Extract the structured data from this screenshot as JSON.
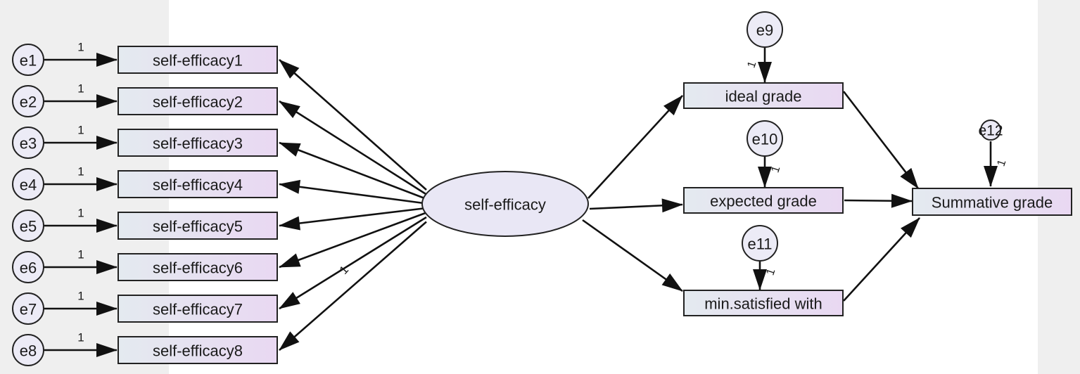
{
  "diagram": {
    "latent": {
      "label": "self-efficacy"
    },
    "indicators": [
      {
        "label": "self-efficacy1",
        "error": "e1",
        "weight": "1"
      },
      {
        "label": "self-efficacy2",
        "error": "e2",
        "weight": "1"
      },
      {
        "label": "self-efficacy3",
        "error": "e3",
        "weight": "1"
      },
      {
        "label": "self-efficacy4",
        "error": "e4",
        "weight": "1"
      },
      {
        "label": "self-efficacy5",
        "error": "e5",
        "weight": "1"
      },
      {
        "label": "self-efficacy6",
        "error": "e6",
        "weight": "1"
      },
      {
        "label": "self-efficacy7",
        "error": "e7",
        "weight": "1"
      },
      {
        "label": "self-efficacy8",
        "error": "e8",
        "weight": "1"
      }
    ],
    "loading_weight": "1",
    "mediators": [
      {
        "label": "ideal grade",
        "error": "e9",
        "weight": "1"
      },
      {
        "label": "expected grade",
        "error": "e10",
        "weight": "1"
      },
      {
        "label": "min.satisfied with",
        "error": "e11",
        "weight": "1"
      }
    ],
    "outcome": {
      "label": "Summative grade",
      "error": "e12",
      "weight": "1"
    },
    "colors": {
      "box_gradient_start": "#e4eaf0",
      "box_gradient_end": "#e9d8f2",
      "ellipse_fill": "#e9e7f5",
      "error_fill": "#ecebf6",
      "side_panel": "#efefef",
      "line": "#111111"
    }
  }
}
